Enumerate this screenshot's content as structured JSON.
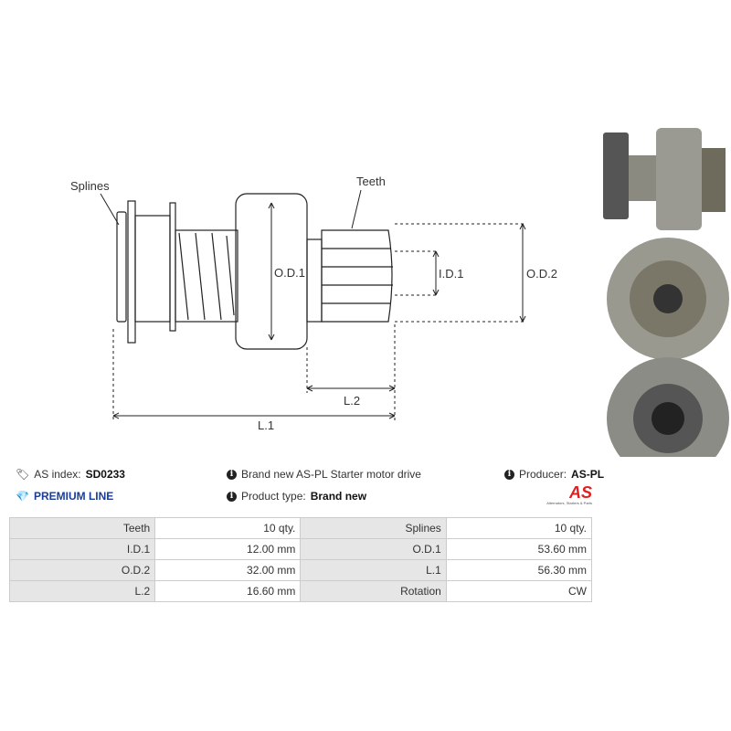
{
  "diagram": {
    "splines": "Splines",
    "teeth": "Teeth",
    "od1": "O.D.1",
    "id1": "I.D.1",
    "od2": "O.D.2",
    "l1": "L.1",
    "l2": "L.2"
  },
  "info": {
    "index_label": "AS index:",
    "index_value": "SD0233",
    "premium": "PREMIUM LINE",
    "description": "Brand new AS-PL Starter motor drive",
    "type_label": "Product type:",
    "type_value": "Brand new",
    "producer_label": "Producer:",
    "producer_value": "AS-PL",
    "logo_text": "AS",
    "logo_tagline": "Alternators, Starters & Parts"
  },
  "specs": [
    [
      "Teeth",
      "10 qty.",
      "Splines",
      "10 qty."
    ],
    [
      "I.D.1",
      "12.00 mm",
      "O.D.1",
      "53.60 mm"
    ],
    [
      "O.D.2",
      "32.00 mm",
      "L.1",
      "56.30 mm"
    ],
    [
      "L.2",
      "16.60 mm",
      "Rotation",
      "CW"
    ]
  ],
  "colors": {
    "premium": "#1a3d9c",
    "logo": "#e02020"
  }
}
